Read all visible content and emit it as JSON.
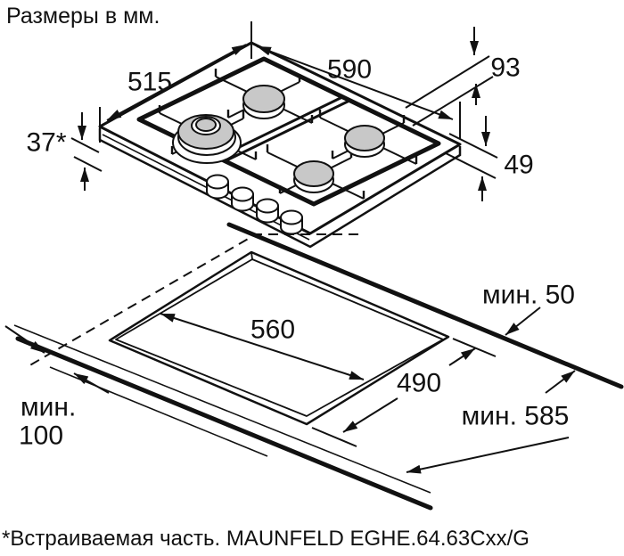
{
  "title": "Размеры в мм.",
  "footnote": "*Встраиваемая часть.  MAUNFELD EGHE.64.63Cxx/G",
  "dimensions": {
    "hob_width": "590",
    "hob_depth": "515",
    "rear_height": "93",
    "body_height": "49",
    "built_in_height": "37*",
    "cutout_width": "560",
    "cutout_depth": "490",
    "min_rear_clearance": "мин. 50",
    "min_front_word": "мин.",
    "min_front_value": "100",
    "min_worktop_depth": "мин. 585"
  },
  "colors": {
    "line": "#111111",
    "burner_fill": "#c8c8c8",
    "background": "#ffffff"
  }
}
